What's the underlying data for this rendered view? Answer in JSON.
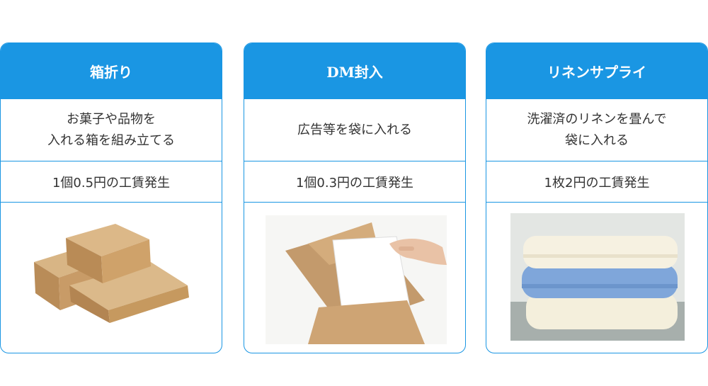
{
  "cards": [
    {
      "title": "箱折り",
      "desc_line1": "お菓子や品物を",
      "desc_line2": "入れる箱を組み立てる",
      "fee": "1個0.5円の工賃発生",
      "image_icon": "cardboard-boxes-photo"
    },
    {
      "title": "DM封入",
      "desc_line1": "広告等を袋に入れる",
      "desc_line2": "",
      "fee": "1個0.3円の工賃発生",
      "image_icon": "envelope-insertion-photo"
    },
    {
      "title": "リネンサプライ",
      "desc_line1": "洗濯済のリネンを畳んで",
      "desc_line2": "袋に入れる",
      "fee": "1枚2円の工賃発生",
      "image_icon": "folded-towels-photo"
    }
  ],
  "colors": {
    "accent": "#1a96e3",
    "text": "#333333",
    "kraft": "#c9a071",
    "towel_blue": "#7fa6da",
    "towel_cream": "#f4efdc"
  }
}
